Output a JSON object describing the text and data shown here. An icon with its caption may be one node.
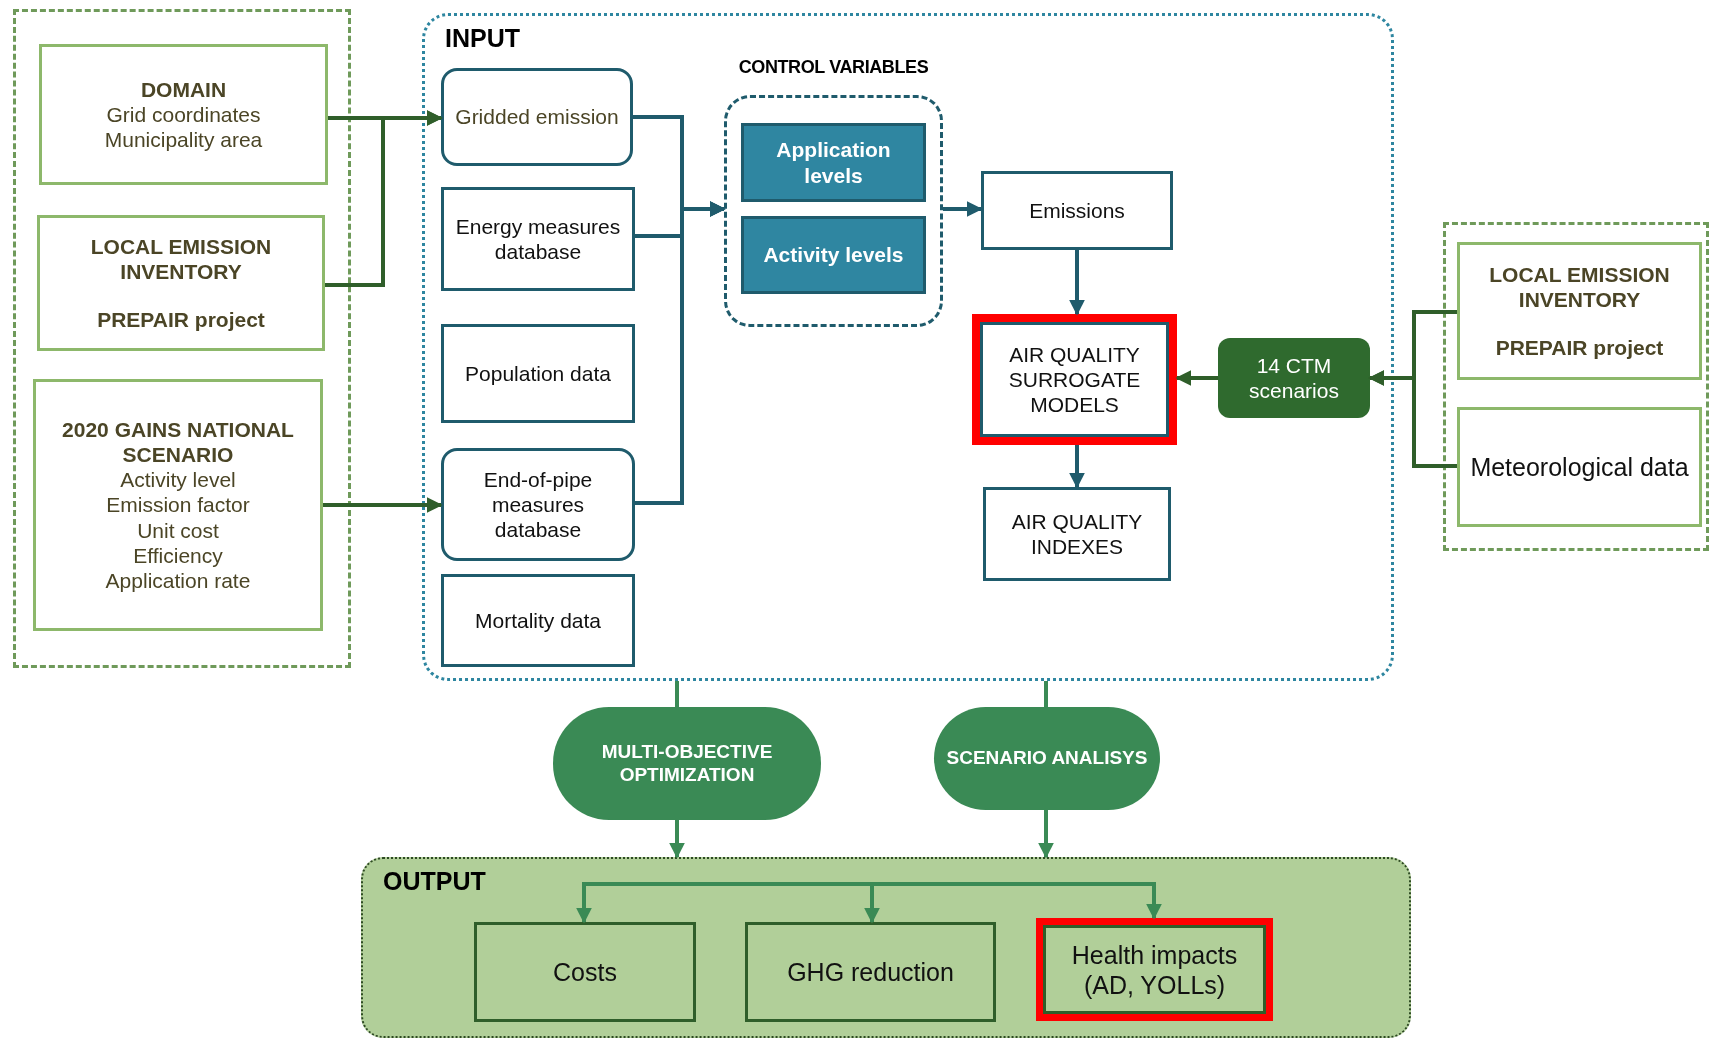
{
  "diagram": {
    "nodes": [
      {
        "text": [],
        "shape": "box"
      },
      {
        "text": [
          "DOMAIN",
          "Grid coordinates",
          "Municipality area"
        ],
        "in": 0
      },
      {
        "text": [
          "LOCAL EMISSION INVENTORY",
          "PREPAIR project"
        ],
        "in": 0
      },
      {
        "text": [
          "2020 GAINS NATIONAL SCENARIO",
          "Activity level",
          "Emission factor",
          "Unit cost",
          "Efficiency",
          "Application rate"
        ],
        "in": 0
      },
      {
        "text": [
          "INPUT"
        ]
      },
      {
        "text": [
          "Gridded emission"
        ],
        "in": 4
      },
      {
        "text": [
          "Energy measures database"
        ],
        "in": 4
      },
      {
        "text": [
          "Population data"
        ],
        "in": 4
      },
      {
        "text": [
          "End-of-pipe measures database"
        ],
        "in": 4
      },
      {
        "text": [
          "Mortality data"
        ],
        "in": 4
      },
      {
        "text": [
          "CONTROL VARIABLES"
        ],
        "in": 4
      },
      {
        "text": [
          "Application levels"
        ],
        "in": 10
      },
      {
        "text": [
          "Activity levels"
        ],
        "in": 10
      },
      {
        "text": [
          "Emissions"
        ],
        "in": 4
      },
      {
        "text": [
          "AIR QUALITY SURROGATE MODELS"
        ],
        "in": 4
      },
      {
        "text": [
          "AIR QUALITY INDEXES"
        ],
        "in": 4
      },
      {
        "text": [
          "14 CTM scenarios"
        ],
        "in": 4
      },
      {
        "text": [],
        "shape": "box"
      },
      {
        "text": [
          "LOCAL EMISSION INVENTORY",
          "PREPAIR project"
        ],
        "in": 17
      },
      {
        "text": [
          "Meteorological data"
        ],
        "in": 17
      },
      {
        "text": [
          "MULTI-OBJECTIVE OPTIMIZATION"
        ]
      },
      {
        "text": [
          "SCENARIO ANALISYS"
        ]
      },
      {
        "text": [
          "OUTPUT"
        ]
      },
      {
        "text": [
          "Costs"
        ],
        "in": 22
      },
      {
        "text": [
          "GHG reduction"
        ],
        "in": 22
      },
      {
        "text": [
          "Health impacts (AD, YOLLs)"
        ],
        "in": 22
      }
    ],
    "edges": [
      {
        "from": 1,
        "to": 5,
        "arrow": "to",
        "color": "#2f5e2a"
      },
      {
        "from": 2,
        "to": 5,
        "arrow": "to",
        "color": "#2f5e2a"
      },
      {
        "from": 3,
        "to": 8,
        "arrow": "to",
        "color": "#2f5e2a"
      },
      {
        "from": 5,
        "to": 10,
        "arrow": "to",
        "color": "#1f5b6c"
      },
      {
        "from": 6,
        "to": 10,
        "arrow": "to",
        "color": "#1f5b6c"
      },
      {
        "from": 8,
        "to": 10,
        "arrow": "to",
        "color": "#1f5b6c"
      },
      {
        "from": 10,
        "to": 13,
        "arrow": "to",
        "color": "#1f5b6c"
      },
      {
        "from": 13,
        "to": 14,
        "arrow": "to",
        "color": "#1f5b6c"
      },
      {
        "from": 14,
        "to": 15,
        "arrow": "to",
        "color": "#1f5b6c"
      },
      {
        "from": 16,
        "to": 14,
        "arrow": "to",
        "color": "#2f5e2a"
      },
      {
        "from": 18,
        "to": 16,
        "arrow": "to",
        "color": "#2f5e2a"
      },
      {
        "from": 19,
        "to": 16,
        "arrow": "to",
        "color": "#2f5e2a"
      },
      {
        "from": 4,
        "to": 20,
        "arrow": "none"
      },
      {
        "from": 20,
        "to": 22,
        "arrow": "to"
      },
      {
        "from": 4,
        "to": 21,
        "arrow": "none"
      },
      {
        "from": 21,
        "to": 22,
        "arrow": "to"
      },
      {
        "from": null,
        "to": 23,
        "arrow": "to"
      },
      {
        "from": null,
        "to": 24,
        "arrow": "to"
      },
      {
        "from": null,
        "to": 25,
        "arrow": "to"
      }
    ]
  }
}
